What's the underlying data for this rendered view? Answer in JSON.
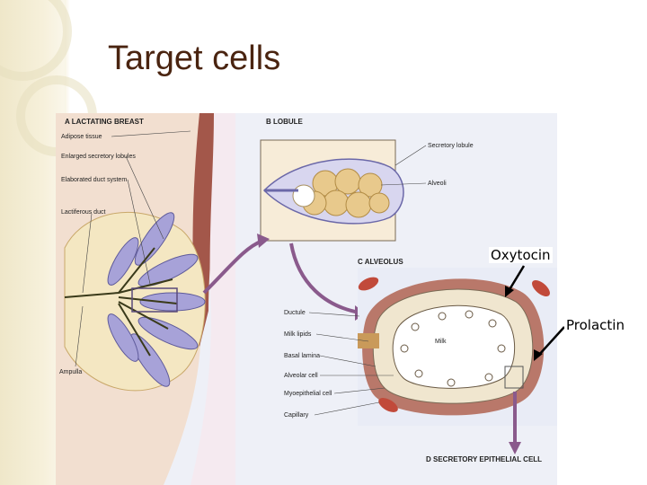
{
  "slide": {
    "title": "Target cells"
  },
  "figure": {
    "panel_a": {
      "heading": "A  LACTATING BREAST",
      "labels": [
        "Adipose tissue",
        "Enlarged secretory lobules",
        "Elaborated duct system",
        "Lactiferous duct",
        "Ampulla"
      ]
    },
    "panel_b": {
      "heading": "B  LOBULE",
      "labels": [
        "Secretory lobule",
        "Alveoli"
      ]
    },
    "panel_c": {
      "heading": "C  ALVEOLUS",
      "labels": [
        "Ductule",
        "Milk lipids",
        "Basal lamina",
        "Alveolar cell",
        "Myoepithelial cell",
        "Capillary"
      ],
      "milk_label": "Milk"
    },
    "panel_d": {
      "heading": "D  SECRETORY EPITHELIAL CELL"
    }
  },
  "annotations": {
    "oxytocin": "Oxytocin",
    "prolactin": "Prolactin"
  },
  "colors": {
    "title": "#4a2410",
    "arrow": "#8a5a8c",
    "lobule": "#a7a2d8",
    "alveolus_cell": "#f0e6cf",
    "tissue_bg": "#eef0f7"
  }
}
